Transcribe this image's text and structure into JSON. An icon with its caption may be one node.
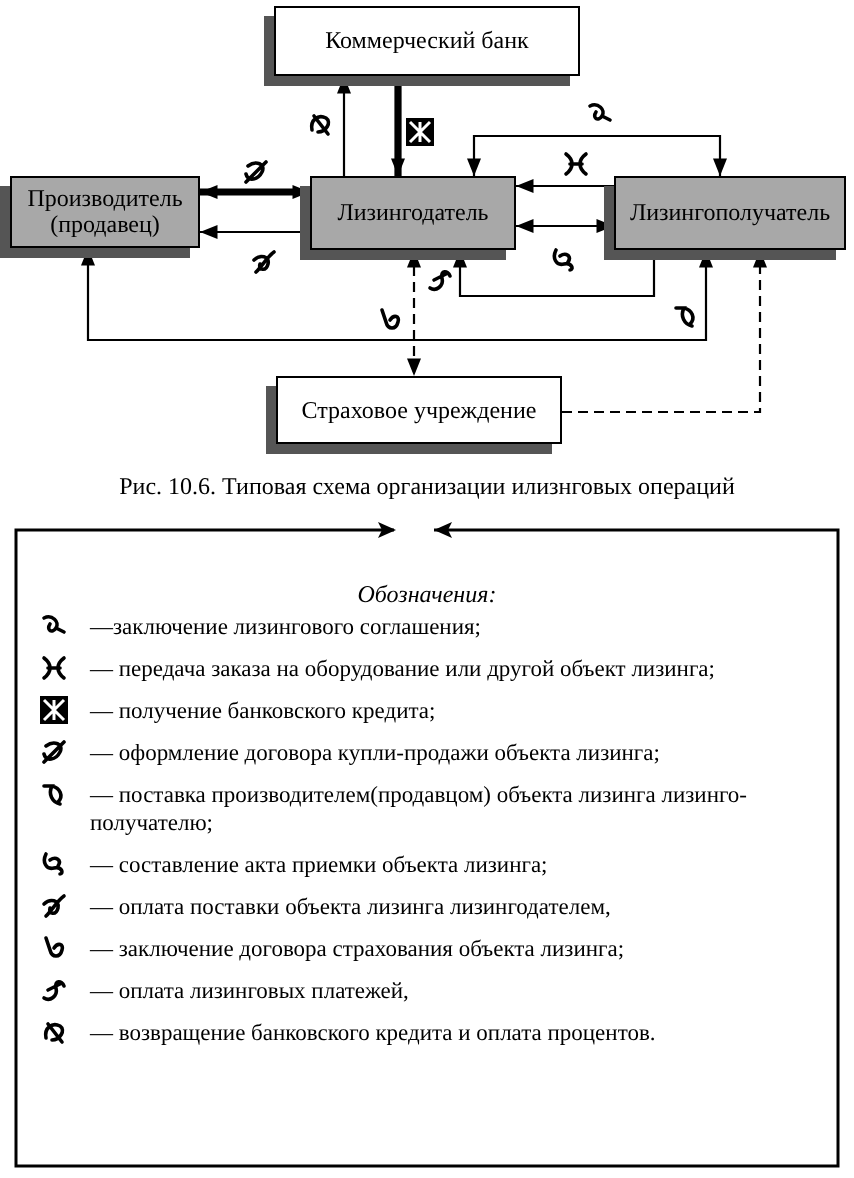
{
  "diagram": {
    "caption": "Рис. 10.6. Типовая схема организации илизнговых операций",
    "nodes": [
      {
        "text": [
          "Коммерческий банк"
        ]
      },
      {
        "text": [
          "Производитель (продавец)"
        ]
      },
      {
        "text": [
          "Лизингодатель"
        ]
      },
      {
        "text": [
          "Лизингополучатель"
        ]
      },
      {
        "text": [
          "Страховое учреждение"
        ]
      }
    ],
    "edges": [
      {
        "from": 2,
        "to": 0,
        "arrow": "to"
      },
      {
        "from": 0,
        "to": 2,
        "arrow": "to",
        "style": "thick"
      },
      {
        "from": 2,
        "to": 3,
        "arrow": "both"
      },
      {
        "from": 3,
        "to": 2,
        "arrow": "to"
      },
      {
        "from": 2,
        "to": 1,
        "arrow": "both",
        "style": "thick"
      },
      {
        "from": 2,
        "to": 1,
        "arrow": "to"
      },
      {
        "from": 2,
        "to": 3,
        "arrow": "both"
      },
      {
        "from": 3,
        "to": 2,
        "arrow": "to"
      },
      {
        "from": 1,
        "to": 3,
        "arrow": "both"
      },
      {
        "from": 2,
        "to": 4,
        "arrow": "both",
        "style": "dashed"
      },
      {
        "from": 4,
        "to": 3,
        "arrow": "to",
        "style": "dashed"
      }
    ],
    "labels": [
      "Обозначения:"
    ],
    "legend": [
      {
        "text": "—заключение лизингового соглашения;"
      },
      {
        "text": "— передача заказа на оборудование или другой объект лизинга;"
      },
      {
        "text": "— получение банковского кредита;"
      },
      {
        "text": "— оформление договора купли-продажи объекта лизинга;"
      },
      {
        "text": "— поставка производителем(продавцом) объекта лизинга лизинго-получателю;"
      },
      {
        "text": "— составление акта приемки объекта лизинга;"
      },
      {
        "text": "— оплата поставки объекта лизинга лизингодателем,"
      },
      {
        "text": "— заключение договора страхования объекта лизинга;"
      },
      {
        "text": "— оплата лизинговых платежей,"
      },
      {
        "text": "— возвращение банковского кредита и оплата процентов."
      }
    ]
  }
}
